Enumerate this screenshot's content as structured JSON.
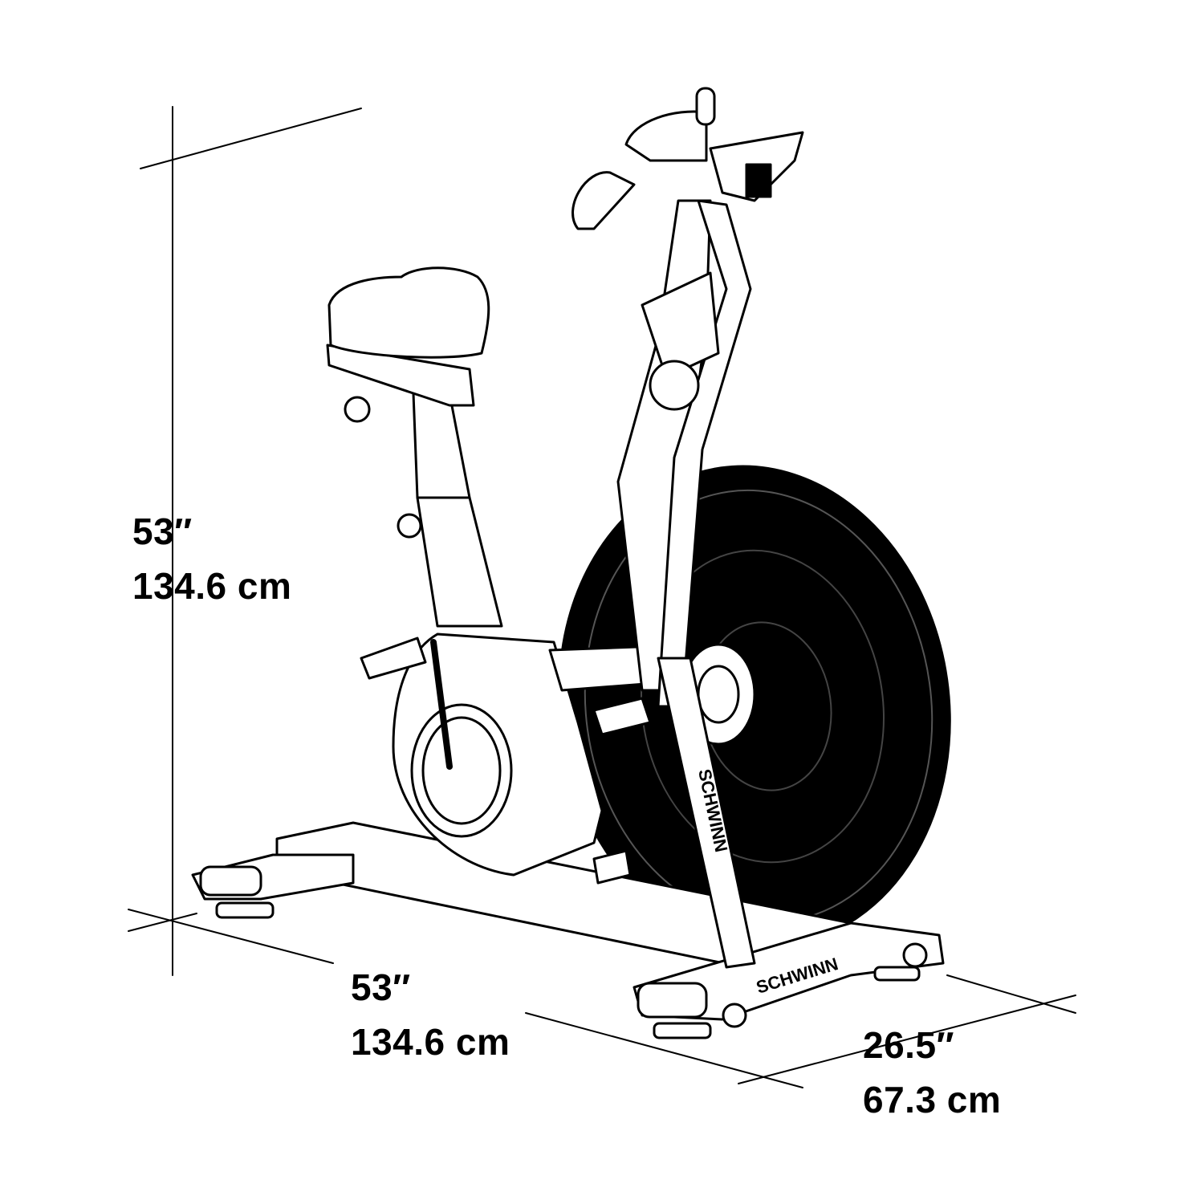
{
  "brand_logo": "SCHWINN",
  "dimensions": {
    "height": {
      "imperial": "53″",
      "metric": "134.6 cm"
    },
    "length": {
      "imperial": "53″",
      "metric": "134.6 cm"
    },
    "width": {
      "imperial": "26.5″",
      "metric": "67.3 cm"
    }
  },
  "colors": {
    "line": "#000000",
    "background": "#ffffff"
  }
}
